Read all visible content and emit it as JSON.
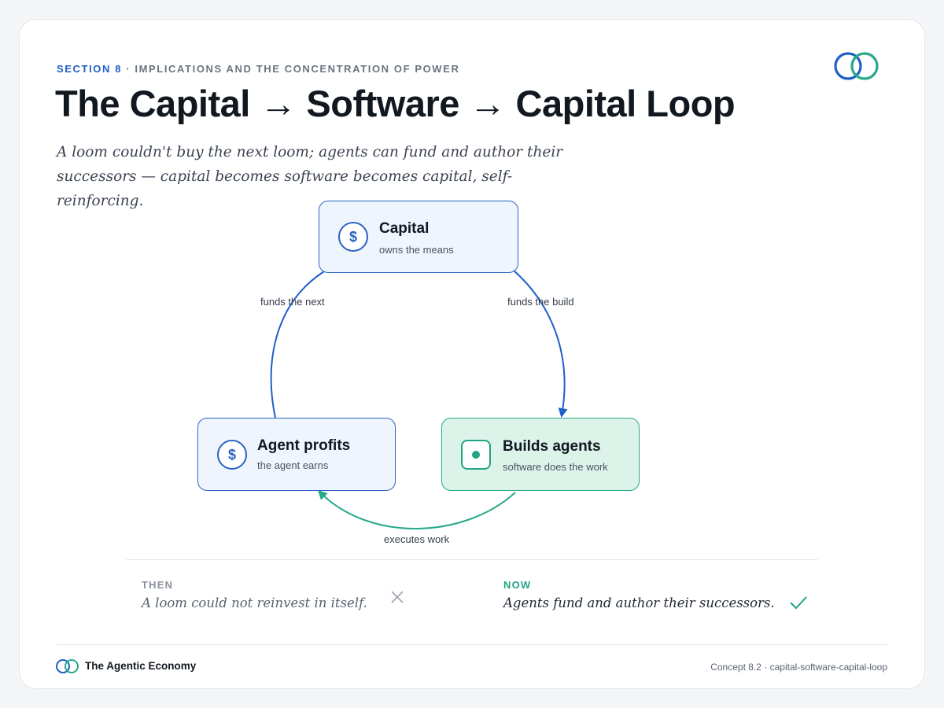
{
  "header": {
    "section": "SECTION 8",
    "section_rest": " · IMPLICATIONS AND THE CONCENTRATION OF POWER",
    "title": "The Capital → Software → Capital Loop",
    "subtitle": "A loom couldn't buy the next loom; agents can fund and author their successors — capital becomes software becomes capital, self-reinforcing."
  },
  "diagram": {
    "nodes": {
      "capital": {
        "icon": "dollar-icon",
        "glyph": "$",
        "title": "Capital",
        "subtitle": "owns the means"
      },
      "builds": {
        "icon": "agent-dot-icon",
        "title": "Builds agents",
        "subtitle": "software does the work"
      },
      "profits": {
        "icon": "dollar-icon",
        "glyph": "$",
        "title": "Agent profits",
        "subtitle": "the agent earns"
      }
    },
    "edges": {
      "capital_to_builds": "funds the build",
      "builds_to_profits": "executes work",
      "profits_to_capital": "funds the next"
    },
    "colors": {
      "blue": "#2a63c4",
      "green": "#27a98a"
    }
  },
  "comparison": {
    "then": {
      "tag": "THEN",
      "text": "A loom could not reinvest in itself.",
      "icon": "x-icon"
    },
    "now": {
      "tag": "NOW",
      "text": "Agents fund and author their successors.",
      "icon": "check-icon"
    }
  },
  "footer": {
    "brand": "The Agentic Economy",
    "reference": "Concept 8.2 · capital-software-capital-loop"
  }
}
